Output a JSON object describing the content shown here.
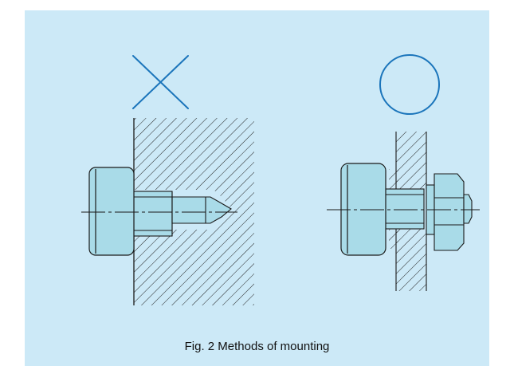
{
  "figure": {
    "caption": "Fig. 2 Methods of mounting",
    "colors": {
      "panel_background": "#cce9f7",
      "mark_color": "#1b75bb",
      "part_fill": "#a9dbe8",
      "line_color": "#1a1a1a"
    },
    "left_method": {
      "mark": "cross-mark",
      "meaning": "incorrect"
    },
    "right_method": {
      "mark": "circle-mark",
      "meaning": "correct"
    }
  }
}
